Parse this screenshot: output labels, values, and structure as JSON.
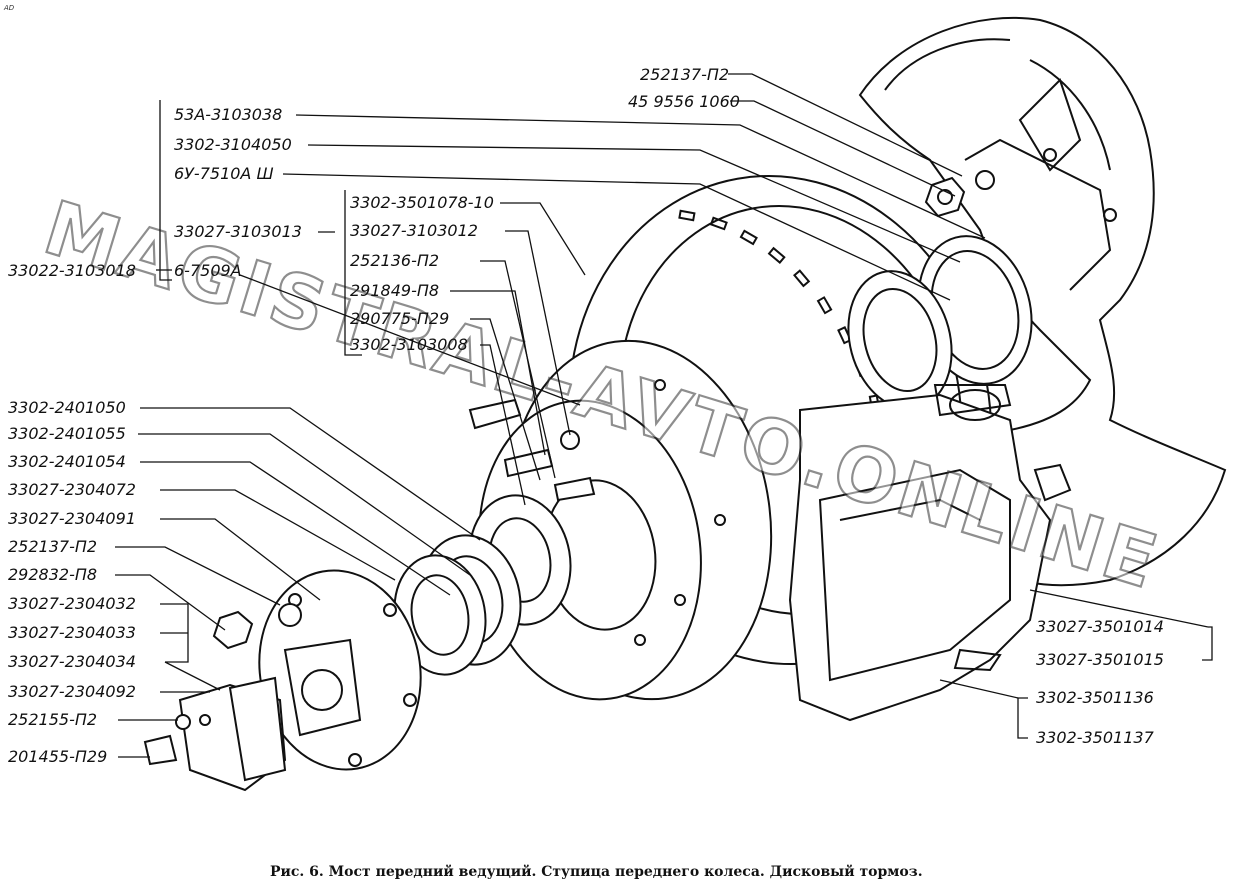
{
  "corner_mark": "AD",
  "watermark": "MAGISTRAL-AVTO.ONLINE",
  "caption": "Рис. 6. Мост передний ведущий. Ступица переднего колеса. Дисковый тормоз.",
  "labels": {
    "l252137_top": "252137-П2",
    "l4595561060": "45 9556 1060",
    "l53A": "53А-3103038",
    "l3302_3104050": "3302-3104050",
    "l6U": "6У-7510А Ш",
    "l33027_3103013": "33027-3103013",
    "l33022_3103018": "33022-3103018",
    "l6_7509A": "6-7509А",
    "l3302_3501078": "3302-3501078-10",
    "l33027_3103012": "33027-3103012",
    "l252136": "252136-П2",
    "l291849": "291849-П8",
    "l290775": "290775-П29",
    "l3302_3103008": "3302-3103008",
    "l3302_2401050": "3302-2401050",
    "l3302_2401055": "3302-2401055",
    "l3302_2401054": "3302-2401054",
    "l33027_2304072": "33027-2304072",
    "l33027_2304091": "33027-2304091",
    "l252137_left": "252137-П2",
    "l292832": "292832-П8",
    "l33027_2304032": "33027-2304032",
    "l33027_2304033": "33027-2304033",
    "l33027_2304034": "33027-2304034",
    "l33027_2304092": "33027-2304092",
    "l252155": "252155-П2",
    "l201455": "201455-П29",
    "l33027_3501014": "33027-3501014",
    "l33027_3501015": "33027-3501015",
    "l3302_3501136": "3302-3501136",
    "l3302_3501137": "3302-3501137"
  }
}
